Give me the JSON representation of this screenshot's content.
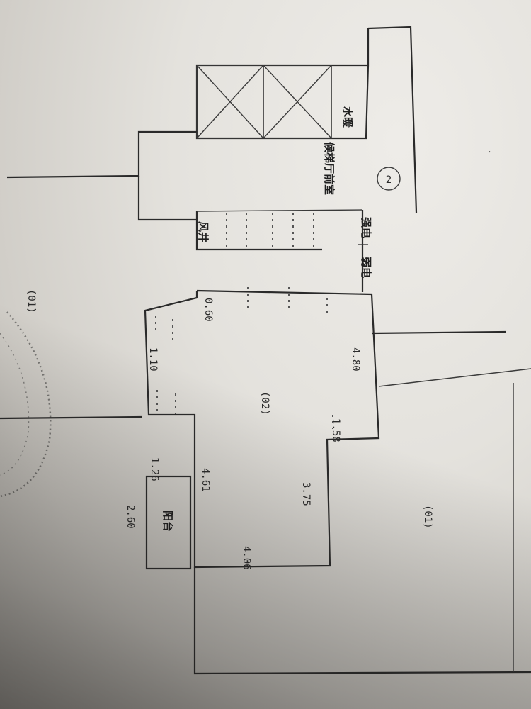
{
  "plan": {
    "rooms": {
      "water_well": "水暖",
      "elevator_lobby": "候梯厅前室",
      "wind_shaft": "风井",
      "strong_current": "强电",
      "weak_current": "弱电",
      "balcony": "阳台"
    },
    "circle_number": "2",
    "unit_labels": {
      "left": "(01)",
      "center": "(02)",
      "right": "(01)"
    },
    "dimensions": {
      "d1": "4.80",
      "d2": "1.58",
      "d3": "3.75",
      "d4": "4.61",
      "d5": "4.06",
      "d6": "1.26",
      "d7": "2.60",
      "d8": "0.60",
      "d9": "1.10"
    }
  }
}
